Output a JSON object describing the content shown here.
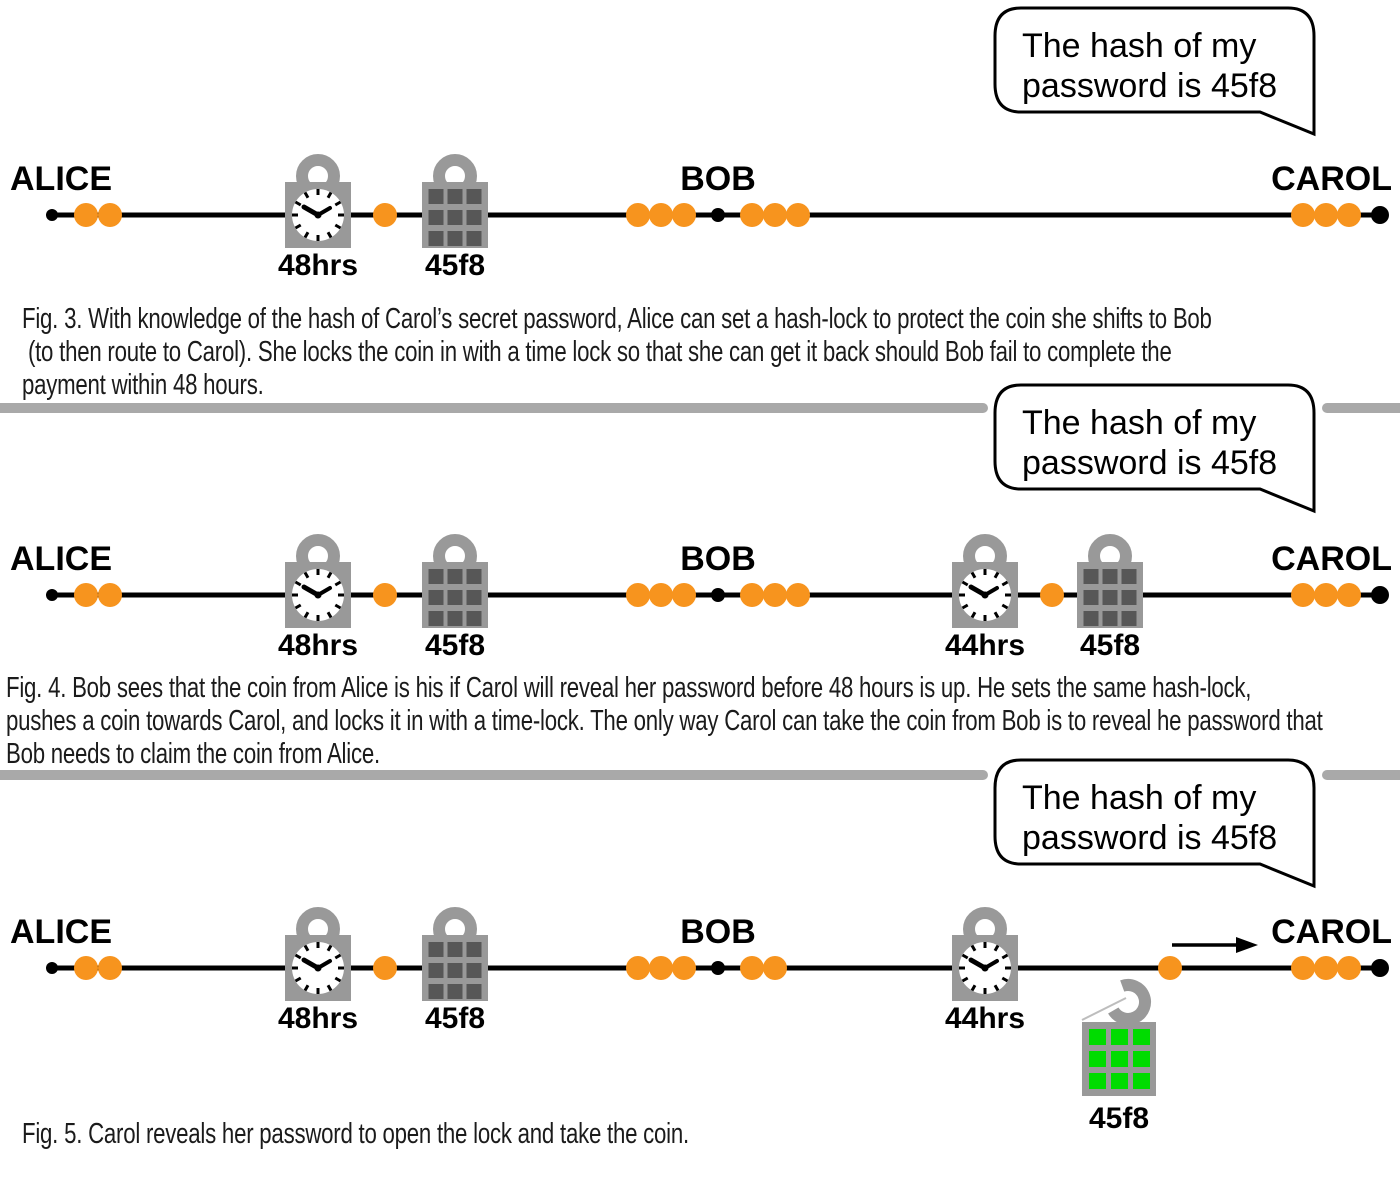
{
  "bubble": {
    "line1": "The hash of my",
    "line2": "password is 45f8"
  },
  "labels": {
    "alice": "ALICE",
    "bob": "BOB",
    "carol": "CAROL"
  },
  "locks": {
    "timelock_48": "48hrs",
    "timelock_44": "44hrs",
    "hashlock": "45f8"
  },
  "colors": {
    "coin_orange": "#F7941E",
    "lock_gray": "#999999",
    "key_dark": "#575757",
    "key_green": "#00DC00",
    "divider_gray": "#A9A9A9",
    "line_black": "#000000"
  },
  "captions": {
    "fig3": {
      "lines": [
        "Fig. 3. With knowledge of the hash of Carol’s secret password, Alice can set a hash-lock to protect the coin she shifts to Bob",
        " (to then route to Carol). She locks the coin in with a time lock so that she can get it back should Bob fail to complete the",
        "payment within 48 hours."
      ]
    },
    "fig4": {
      "lines": [
        "Fig. 4. Bob sees that the coin from Alice is his if Carol will reveal her password before 48 hours is up. He sets the same hash-lock,",
        "pushes a coin towards Carol, and locks it in with a time-lock. The only way Carol can take the coin from Bob is to reveal he password that",
        "Bob needs to claim the coin from Alice."
      ]
    },
    "fig5": {
      "lines": [
        "Fig. 5. Carol reveals her password to open the lock and take the coin."
      ]
    }
  }
}
